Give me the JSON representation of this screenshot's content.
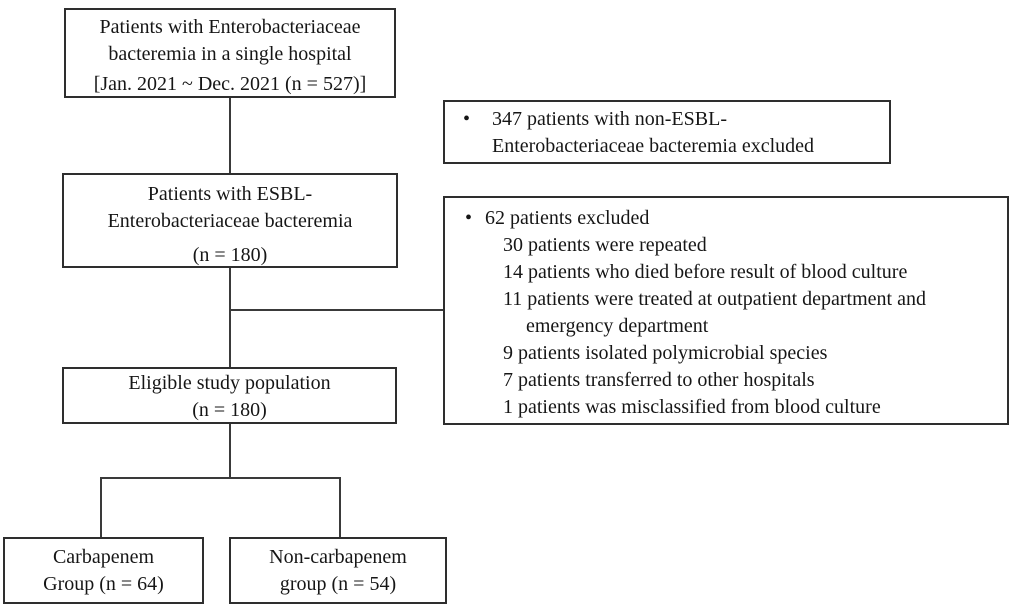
{
  "diagram": {
    "background": "#ffffff",
    "border_color": "#2e2e2e",
    "line_color": "#3a3a3a",
    "text_color": "#161616",
    "bullet": "•"
  },
  "boxes": {
    "initial": {
      "line1": "Patients with Enterobacteriaceae",
      "line2": "bacteremia in a single hospital",
      "line3": "[Jan. 2021 ~ Dec. 2021 (n = 527)]"
    },
    "non_esbl_excluded": {
      "line1": "347 patients with non-ESBL-",
      "line2": "Enterobacteriaceae bacteremia excluded"
    },
    "esbl": {
      "line1": "Patients with ESBL-",
      "line2": "Enterobacteriaceae bacteremia",
      "line3": "(n = 180)"
    },
    "excluded": {
      "heading": "62 patients excluded",
      "items": [
        "30 patients were repeated",
        "14 patients who died before result of blood culture",
        "11 patients were treated at outpatient department and emergency department",
        "9 patients isolated polymicrobial species",
        "7 patients transferred to other hospitals",
        "1 patients was misclassified from blood culture"
      ]
    },
    "eligible": {
      "line1": "Eligible study population",
      "line2": "(n = 180)"
    },
    "carbapenem": {
      "line1": "Carbapenem",
      "line2": "Group (n = 64)"
    },
    "non_carbapenem": {
      "line1": "Non-carbapenem",
      "line2": "group (n = 54)"
    }
  }
}
